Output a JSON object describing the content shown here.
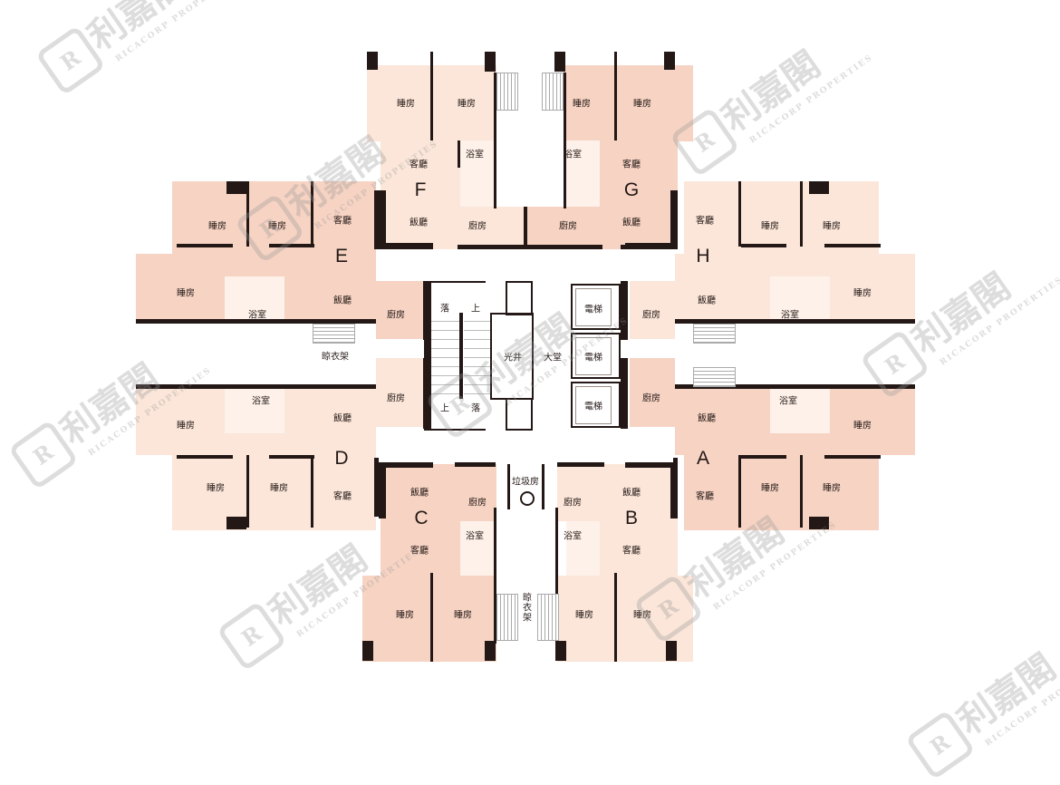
{
  "colors": {
    "unit_light": "#fbe6d9",
    "unit_dark": "#f6d3c3",
    "wall": "#231815"
  },
  "units": {
    "F": {
      "letter": "F",
      "bed1": "睡房",
      "bed2": "睡房",
      "bath": "浴室",
      "living": "客廳",
      "dining": "飯廳",
      "kitchen": "廚房"
    },
    "G": {
      "letter": "G",
      "bed1": "睡房",
      "bed2": "睡房",
      "bath": "浴室",
      "living": "客廳",
      "dining": "飯廳",
      "kitchen": "廚房"
    },
    "E": {
      "letter": "E",
      "bed1": "睡房",
      "bed2": "睡房",
      "bed3": "睡房",
      "bath": "浴室",
      "living": "客廳",
      "dining": "飯廳",
      "kitchen": "廚房"
    },
    "H": {
      "letter": "H",
      "bed1": "睡房",
      "bed2": "睡房",
      "bed3": "睡房",
      "bath": "浴室",
      "living": "客廳",
      "dining": "飯廳",
      "kitchen": "廚房"
    },
    "D": {
      "letter": "D",
      "bed1": "睡房",
      "bed2": "睡房",
      "bed3": "睡房",
      "bath": "浴室",
      "living": "客廳",
      "dining": "飯廳",
      "kitchen": "廚房"
    },
    "A": {
      "letter": "A",
      "bed1": "睡房",
      "bed2": "睡房",
      "bed3": "睡房",
      "bath": "浴室",
      "living": "客廳",
      "dining": "飯廳",
      "kitchen": "廚房"
    },
    "C": {
      "letter": "C",
      "bed1": "睡房",
      "bed2": "睡房",
      "bath": "浴室",
      "living": "客廳",
      "dining": "飯廳",
      "kitchen": "廚房"
    },
    "B": {
      "letter": "B",
      "bed1": "睡房",
      "bed2": "睡房",
      "bath": "浴室",
      "living": "客廳",
      "dining": "飯廳",
      "kitchen": "廚房"
    }
  },
  "core": {
    "down1": "落",
    "up1": "上",
    "up2": "上",
    "down2": "落",
    "light_well": "光井",
    "lobby": "大堂",
    "lift1": "電梯",
    "lift2": "電梯",
    "lift3": "電梯",
    "refuse_room": "垃圾房",
    "drying_rack_west": "晾衣架",
    "drying_rack_south": "晾衣架"
  },
  "watermark": {
    "brand": "利嘉閣",
    "english": "RICACORP PROPERTIES",
    "logo": "R"
  }
}
